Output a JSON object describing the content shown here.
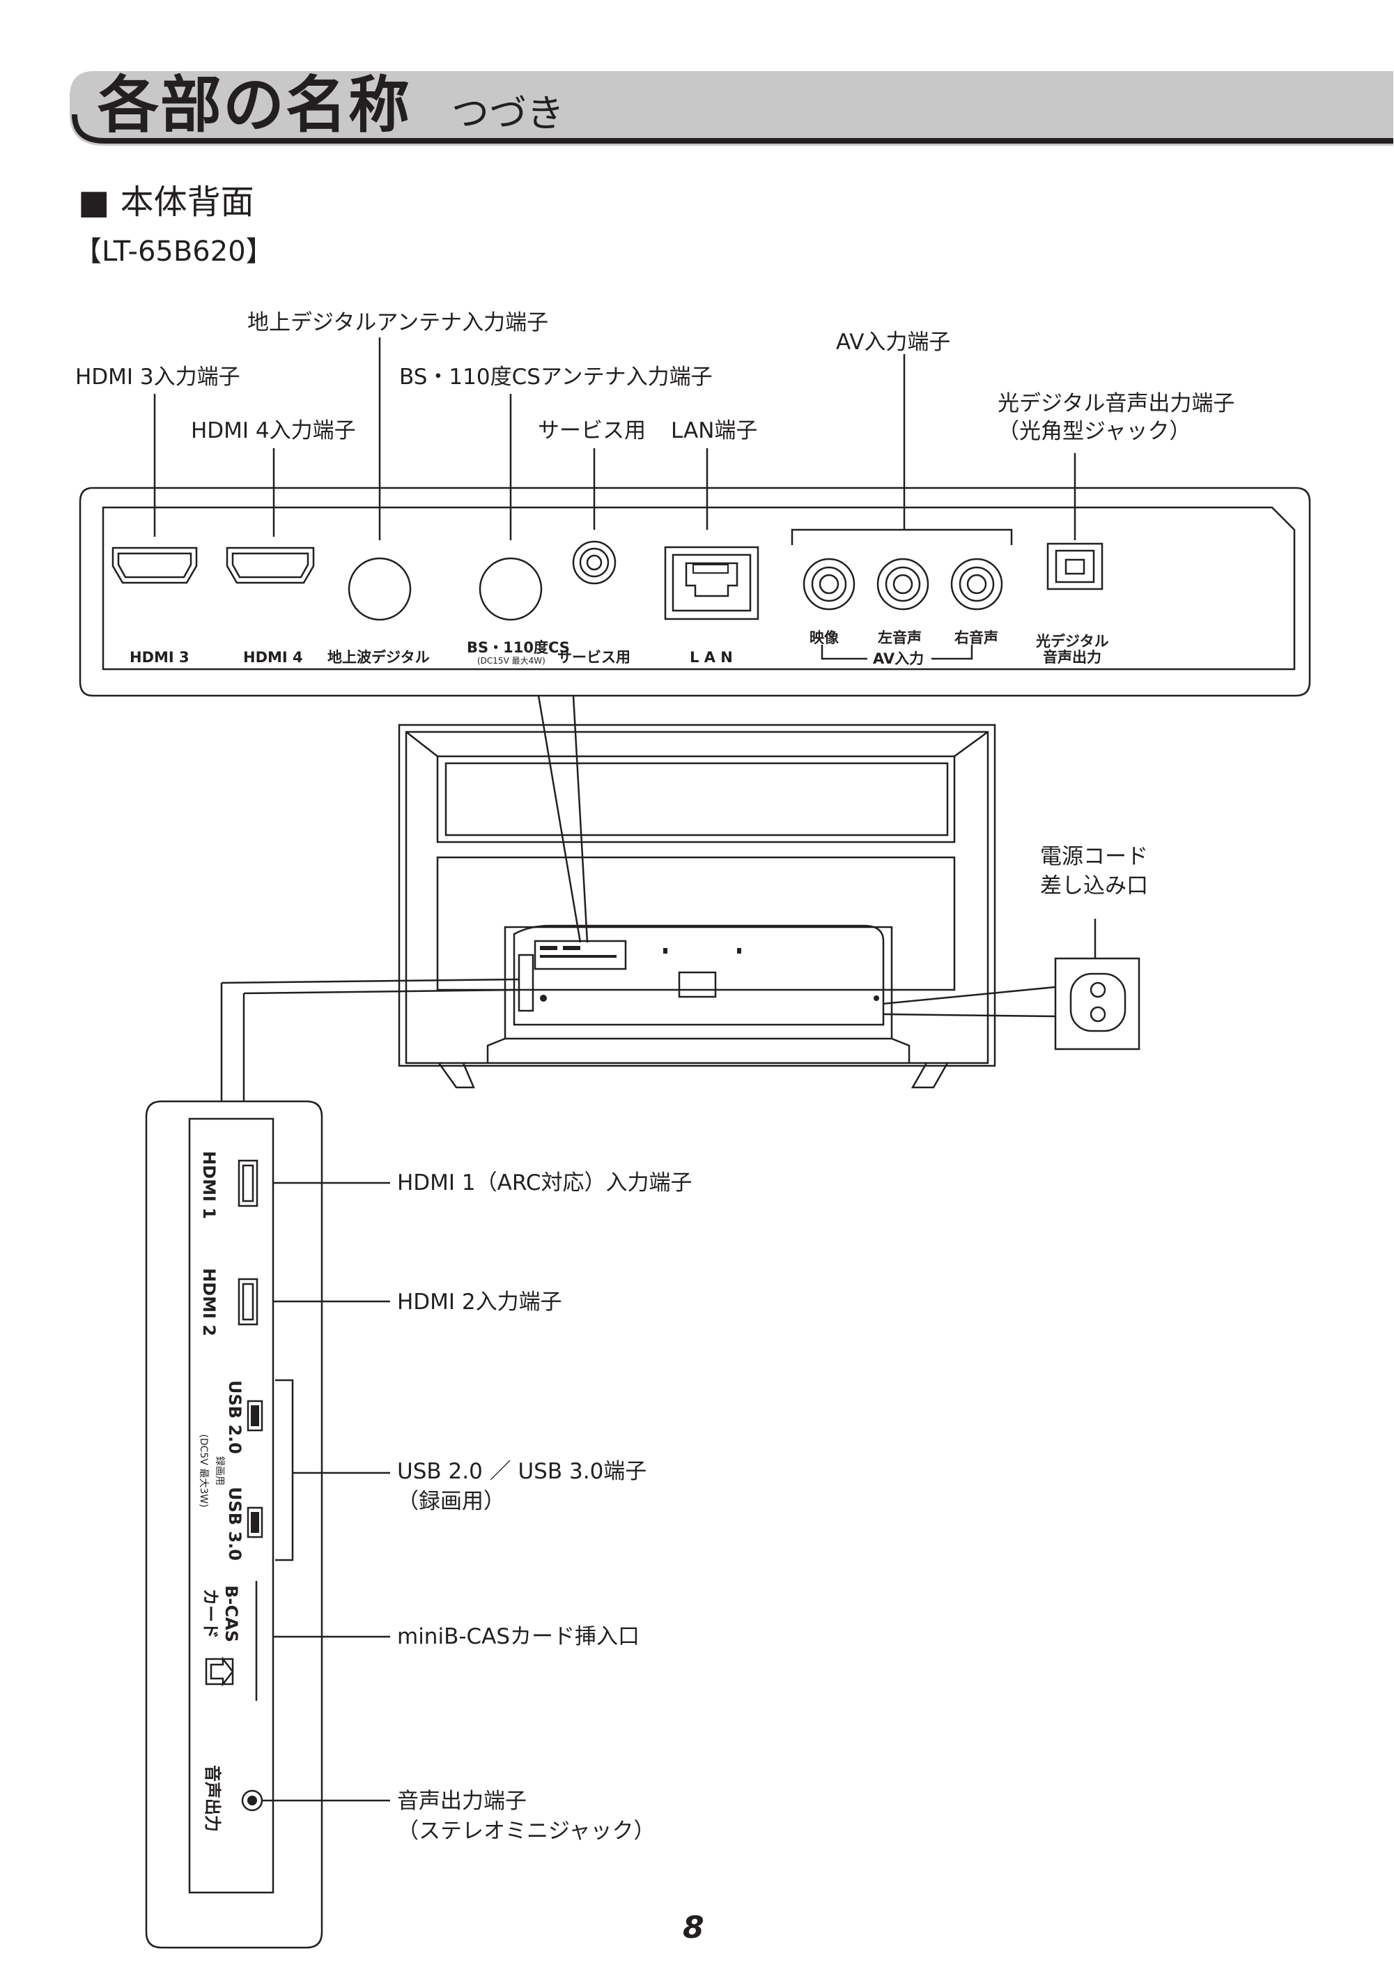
{
  "header": {
    "title": "各部の名称",
    "subtitle": "つづき",
    "band_color": "#c8c8c8"
  },
  "section": {
    "heading": "■ 本体背面",
    "model": "【LT-65B620】"
  },
  "top_callouts": {
    "terrestrial_antenna": "地上デジタルアンテナ入力端子",
    "hdmi3": "HDMI 3入力端子",
    "bs_cs_antenna": "BS・110度CSアンテナ入力端子",
    "av_input": "AV入力端子",
    "hdmi4": "HDMI 4入力端子",
    "service": "サービス用",
    "lan": "LAN端子",
    "optical_line1": "光デジタル音声出力端子",
    "optical_line2": "（光角型ジャック）"
  },
  "panel_labels": {
    "hdmi3": "HDMI 3",
    "hdmi4": "HDMI 4",
    "terrestrial": "地上波デジタル",
    "bs_cs": "BS・110度CS",
    "bs_cs_note": "(DC15V 最大4W)",
    "service": "サービス用",
    "lan": "L A N",
    "video": "映像",
    "left_audio": "左音声",
    "right_audio": "右音声",
    "av_in": "AV入力",
    "optical_line1": "光デジタル",
    "optical_line2": "音声出力"
  },
  "power": {
    "line1": "電源コード",
    "line2": "差し込み口"
  },
  "side_panel": {
    "hdmi1": "HDMI 1",
    "hdmi2": "HDMI 2",
    "usb20": "USB 2.0",
    "usb30": "USB 3.0",
    "rec_use": "録画用",
    "usb_note": "(DC5V 最大3W)",
    "bcas_line1": "B-CAS",
    "bcas_line2": "カード",
    "audio_out": "音声出力"
  },
  "side_callouts": {
    "hdmi1": "HDMI 1（ARC対応）入力端子",
    "hdmi2": "HDMI 2入力端子",
    "usb_line1": "USB 2.0 ／ USB 3.0端子",
    "usb_line2": "（録画用）",
    "bcas": "miniB-CASカード挿入口",
    "audio_line1": "音声出力端子",
    "audio_line2": "（ステレオミニジャック）"
  },
  "page_number": "8"
}
